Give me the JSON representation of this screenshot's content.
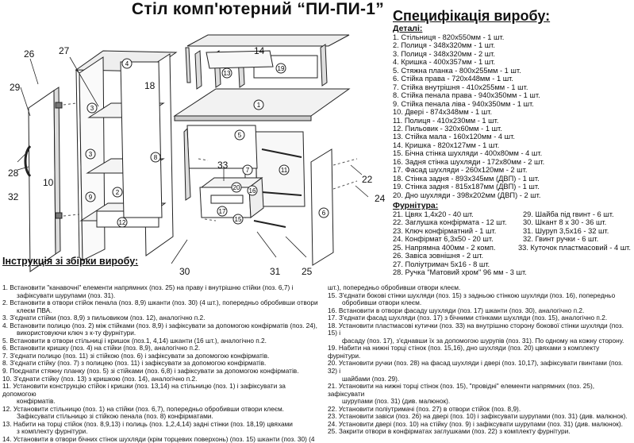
{
  "title": "Стіл комп'ютерний “ПИ-ПИ-1”",
  "spec_title": "Специфікація виробу:",
  "details_heading": "Деталі:",
  "details": [
    "1. Стільниця - 820х550мм - 1 шт.",
    "2. Полиця - 348х320мм - 1 шт.",
    "3. Полиця - 348х320мм - 2 шт.",
    "4. Кришка - 400х357мм - 1 шт.",
    "5. Стяжна планка - 800х255мм - 1 шт.",
    "6. Стійка права - 720х448мм - 1 шт.",
    "7. Стійка внутрішня - 410х255мм - 1 шт.",
    "8. Стійка пенала права - 940х350мм - 1 шт.",
    "9. Стійка пенала ліва - 940х350мм - 1 шт.",
    "10. Двері - 874х348мм - 1 шт.",
    "11. Полиця - 410х230мм - 1 шт.",
    "12. Пильовик - 320х60мм - 1 шт.",
    "13. Стійка мала - 160х120мм - 4 шт.",
    "14. Кришка - 820х127мм - 1 шт.",
    "15. Бічна стінка шухляди - 400х80мм - 4 шт.",
    "16. Задня стінка шухляди - 172х80мм - 2 шт.",
    "17. Фасад шухляди - 260х120мм - 2 шт.",
    "18. Стінка задня - 893х345мм (ДВП) - 1 шт.",
    "19. Стінка задня - 815х187мм (ДВП) - 1 шт.",
    "20. Дно шухляди - 398х202мм (ДВП) - 2 шт."
  ],
  "fittings_heading": "Фурнітура:",
  "fittings_pairs": [
    [
      "21. Цвях 1,4х20 - 40 шт.",
      "29. Шайба під гвинт - 6 шт."
    ],
    [
      "22. Заглушка конфірмата - 12 шт.",
      "30. Шкант 8 х 30 - 36 шт."
    ],
    [
      "23. Ключ конфірматний - 1 шт.",
      "31. Шуруп 3,5х16 - 32 шт."
    ],
    [
      "24. Конфірмат 6,3х50 - 20 шт.",
      "32. Гвинт ручки - 6 шт."
    ],
    [
      "25. Напрямна 400мм - 2 комп.",
      "33. Куточок пластмасовий - 4 шт."
    ]
  ],
  "fittings_rest": [
    "26. Завіса зовнішня - 2 шт.",
    "27. Поліутримач 5х16 - 8 шт.",
    "28. Ручка \"Матовий хром\" 96 мм - 3 шт."
  ],
  "instr_title": "Інструкція зі збірки виробу:",
  "instructions_left": [
    {
      "n": "1.",
      "t": "Встановити \"канавочні\" елементи напрямних (поз. 25) на праву і внутрішню стійки (поз. 6,7) і",
      "c": "зафіксувати шурупами (поз. 31)."
    },
    {
      "n": "2.",
      "t": "Встановити в отвори стійок пенала (поз. 8,9) шканти (поз. 30) (4 шт.), попередньо обробивши отвори",
      "c": "клеєм ПВА."
    },
    {
      "n": "3.",
      "t": "З'єднати стійки (поз. 8,9) з пильовиком (поз. 12), аналогічно п.2.",
      "c": ""
    },
    {
      "n": "4.",
      "t": "Встановити полицю (поз. 2) між стійками (поз. 8,9) і зафіксувати за допомогою конфірматів (поз. 24),",
      "c": "використовуючи ключ з к-ту фурнітури."
    },
    {
      "n": "5.",
      "t": "Встановити в отвори стільниці і кришок (поз.1, 4,14) шканти (16 шт.), аналогічно п.2.",
      "c": ""
    },
    {
      "n": "6.",
      "t": "Встановити кришку (поз. 4) на стійки (поз. 8,9), аналогічно п.2.",
      "c": ""
    },
    {
      "n": "7.",
      "t": "З'єднати полицю (поз. 11) зі стійкою (поз. 6) і зафіксувати за допомогою конфірматів.",
      "c": ""
    },
    {
      "n": "8.",
      "t": "З'єднати стійку (поз. 7) з полицею (поз. 11) і зафіксувати за допомогою конфірматів.",
      "c": ""
    },
    {
      "n": "9.",
      "t": "Поєднати стяжну планку (поз. 5) зі стійками (поз. 6,8) і зафіксувати за допомогою конфірматів.",
      "c": ""
    },
    {
      "n": "10.",
      "t": "З'єднати стійку (поз. 13) з кришкою (поз. 14), аналогічно п.2.",
      "c": ""
    },
    {
      "n": "11.",
      "t": "Установити конструкцію стійок і кришки (поз. 13,14) на стільницю (поз. 1) і зафіксувати за допомогою",
      "c": "конфірматів."
    },
    {
      "n": "12.",
      "t": "Установити стільницю (поз. 1) на стійки (поз. 6,7), попередньо обробивши отвори клеєм.",
      "c": "Зафіксувати стільницю зі стійкою пенала (поз. 8) конфірматами."
    },
    {
      "n": "13.",
      "t": "Набити на торці стійок (поз. 8,9,13) і полиць (поз. 1,2,4,14) задні стінки (поз. 18,19) цвяхами",
      "c": "з комплекту фурнітури."
    },
    {
      "n": "14.",
      "t": "Установити в отвори бічних стінок шухляди (крім торцевих поверхонь) (поз. 15) шканти (поз. 30) (4",
      "c": ""
    }
  ],
  "instructions_right": [
    {
      "n": "",
      "t": "шт.), попередньо обробивши отвори клеєм.",
      "c": ""
    },
    {
      "n": "15.",
      "t": "З'єднати бокові стінки шухляди (поз. 15) з задньою стінкою шухляди (поз. 16), попередньо",
      "c": "обробивши отвори клеєм."
    },
    {
      "n": "16.",
      "t": "Встановити в отвори фасаду шухляди (поз. 17) шканти (поз. 30), аналогічно п.2.",
      "c": ""
    },
    {
      "n": "17.",
      "t": "З'єднати фасад шухляди (поз. 17) з бічними стінками шухляди (поз. 15), аналогічно п.2.",
      "c": ""
    },
    {
      "n": "18.",
      "t": "Установити пластмасові кутички (поз. 33) на внутрішню сторону бокової стінки шухляди (поз. 15) і",
      "c": "фасаду (поз. 17), з'єднавши їх за допомогою шурупів (поз. 31). По одному на кожну сторону."
    },
    {
      "n": "19.",
      "t": "Набити на нижні торці стінок (поз. 15,16), дно шухляди (поз. 20) цвяхами з комплекту фурнітури.",
      "c": ""
    },
    {
      "n": "20.",
      "t": "Установити ручки (поз. 28) на фасад шухляди і двері (поз. 10,17), зафіксувати гвинтами (поз. 32) і",
      "c": "шайбами (поз. 29)."
    },
    {
      "n": "21.",
      "t": "Установити на нижні торці стінок (поз. 15), \"провідні\" елементи напрямних (поз. 25), зафіксувати",
      "c": "шурупами (поз. 31) (див. малюнок)."
    },
    {
      "n": "22.",
      "t": "Установити поліутримачі (поз. 27) в отвори стійок (поз. 8,9).",
      "c": ""
    },
    {
      "n": "23.",
      "t": "Установити завіси (поз. 26) на двері (поз. 10) і зафіксувати шурупами (поз. 31) (див. малюнок).",
      "c": ""
    },
    {
      "n": "24.",
      "t": "Установити двері (поз. 10) на стійку (поз. 9) і зафіксувати шурупами (поз. 31) (див. малюнок).",
      "c": ""
    },
    {
      "n": "25.",
      "t": "Закрити отвори в конфірматах заглушками (поз. 22) з комплекту фурнітури.",
      "c": ""
    }
  ],
  "callouts": [
    "26",
    "27",
    "29",
    "28",
    "32",
    "18",
    "14",
    "10",
    "30",
    "31",
    "25",
    "33",
    "22",
    "24"
  ],
  "part_numbers": [
    "1",
    "2",
    "3",
    "4",
    "5",
    "6",
    "7",
    "8",
    "9",
    "11",
    "12",
    "13",
    "15",
    "16",
    "17",
    "19",
    "20"
  ]
}
